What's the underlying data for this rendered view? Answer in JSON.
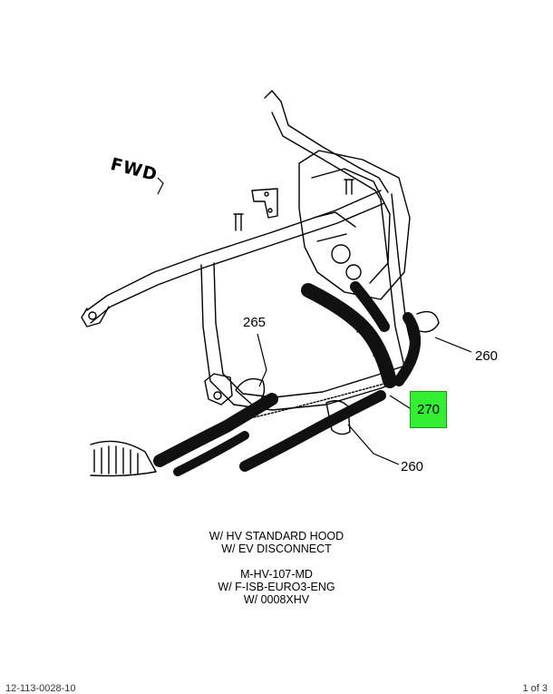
{
  "callouts": {
    "c265": "265",
    "c260_top": "260",
    "c270": "270",
    "c260_bottom": "260"
  },
  "fwd_label": "FWD",
  "notes": {
    "line1": "W/ HV STANDARD HOOD",
    "line2": "W/ EV DISCONNECT",
    "line3": "M-HV-107-MD",
    "line4": "W/ F-ISB-EURO3-ENG",
    "line5": "W/ 0008XHV"
  },
  "footer": {
    "left": "12-113-0028-10",
    "right": "1 of 3"
  },
  "colors": {
    "highlight": "#33ee33",
    "line": "#000000",
    "hose": "#111111"
  }
}
